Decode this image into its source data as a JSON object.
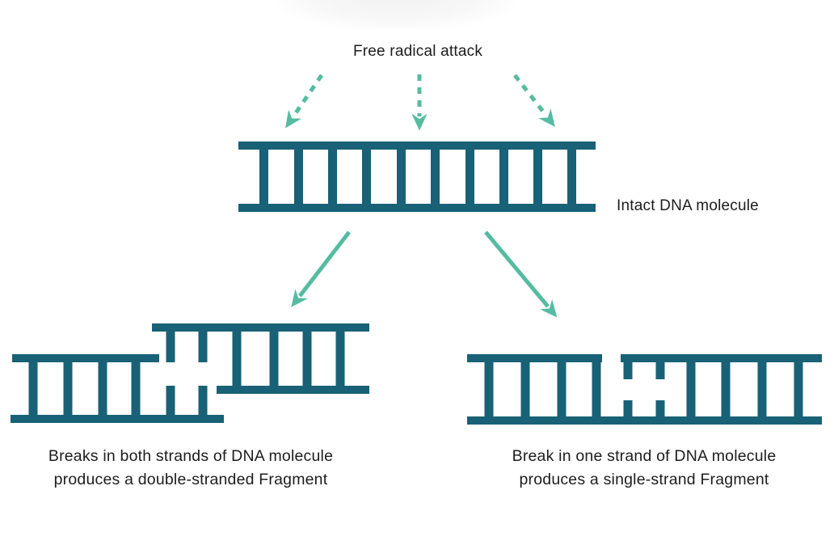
{
  "colors": {
    "ink": "#186176",
    "arrow": "#55bba1",
    "text": "#1d1d1f",
    "bg": "#ffffff"
  },
  "figure": {
    "title": "Free radical attack",
    "intact_label": "Intact DNA molecule",
    "arrows": {
      "attack": [
        "dashed-arrow-left",
        "dashed-arrow-down",
        "dashed-arrow-right"
      ],
      "outcome": [
        "solid-arrow-to-double-strand-break",
        "solid-arrow-to-single-strand-break"
      ]
    },
    "outcomes": [
      {
        "caption_line1": "Breaks in both strands of DNA molecule",
        "caption_line2": "produces a double-stranded Fragment"
      },
      {
        "caption_line1": "Break in one strand of DNA molecule",
        "caption_line2": "produces a single-strand Fragment"
      }
    ]
  }
}
